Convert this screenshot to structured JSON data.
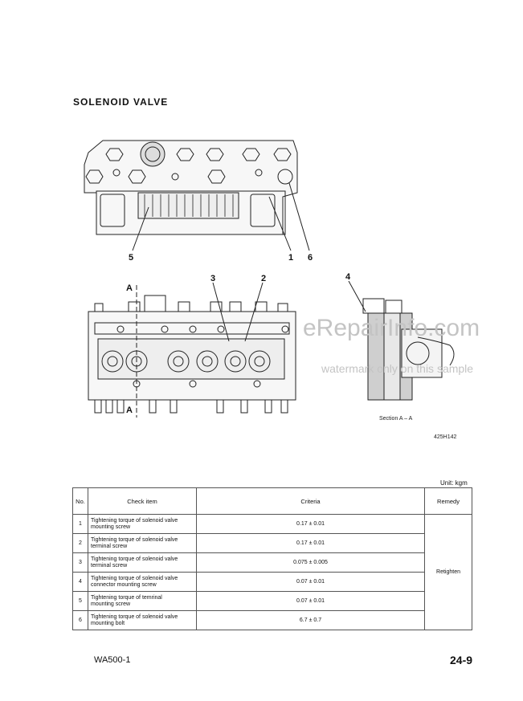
{
  "title": "SOLENOID VALVE",
  "callouts": {
    "top": [
      "5",
      "1",
      "6"
    ],
    "front": [
      "3",
      "2"
    ],
    "side": [
      "4"
    ],
    "section_marker": "A"
  },
  "section_caption": "Section A – A",
  "figure_code": "425H142",
  "watermark": {
    "line1": "eRepairInfo.com",
    "line2": "watermark only on this sample"
  },
  "unit_note": "Unit: kgm",
  "table": {
    "headers": [
      "No.",
      "Check item",
      "Criteria",
      "Remedy"
    ],
    "rows": [
      {
        "no": "1",
        "item_1": "Tightening torque of solenoid valve",
        "item_2": "mounting screw",
        "criteria": "0.17 ± 0.01"
      },
      {
        "no": "2",
        "item_1": "Tightening torque of solenoid valve",
        "item_2": "terminal screw",
        "criteria": "0.17 ± 0.01"
      },
      {
        "no": "3",
        "item_1": "Tightening torque of solenoid valve",
        "item_2": "terminal screw",
        "criteria": "0.075 ± 0.005"
      },
      {
        "no": "4",
        "item_1": "Tightening torque of solenoid valve",
        "item_2": "connector mounting screw",
        "criteria": "0.07 ± 0.01"
      },
      {
        "no": "5",
        "item_1": "Tightening torque of temrinal",
        "item_2": "mounting screw",
        "criteria": "0.07 ± 0.01"
      },
      {
        "no": "6",
        "item_1": "Tightening torque of solenoid valve",
        "item_2": "mounting bolt",
        "criteria": "6.7 ± 0.7"
      }
    ],
    "remedy": "Retighten"
  },
  "footer": {
    "model": "WA500-1",
    "page": "24-9"
  }
}
